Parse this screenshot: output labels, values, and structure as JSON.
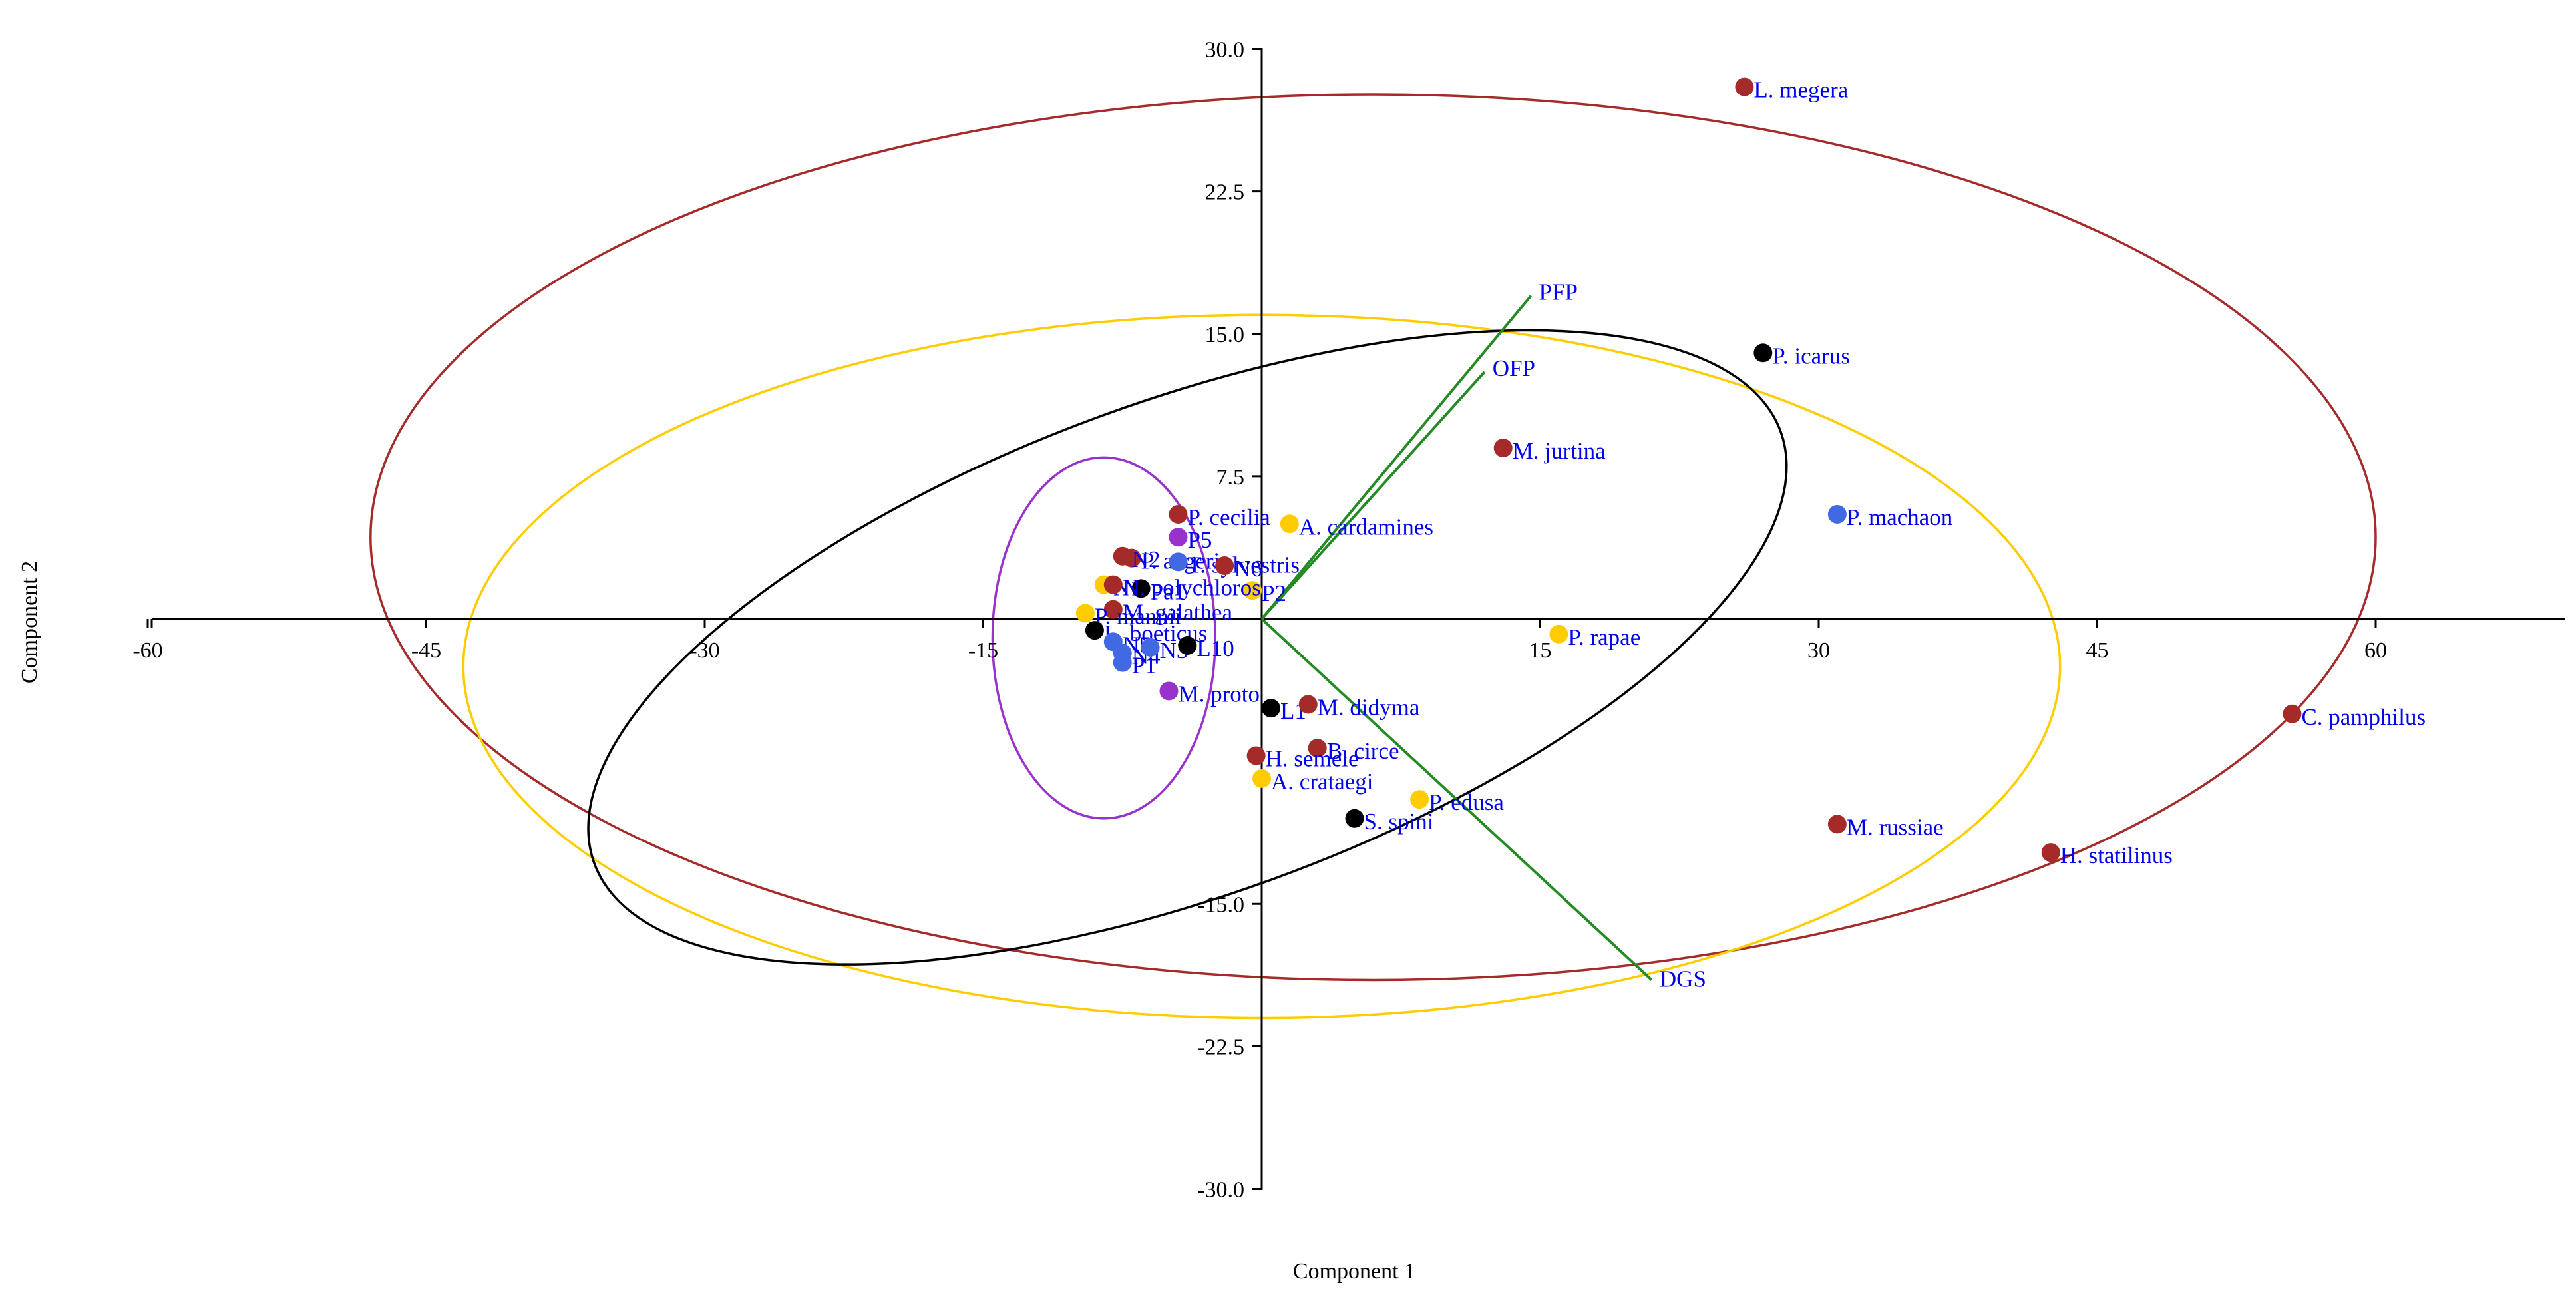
{
  "chart_data": {
    "type": "scatter",
    "xlabel": "Component 1",
    "ylabel": "Component 2",
    "xlim": [
      -60,
      70
    ],
    "ylim": [
      -30,
      30
    ],
    "x_ticks": [
      -60,
      -45,
      -30,
      -15,
      15,
      30,
      45,
      60
    ],
    "x_tick_labels": [
      "-60",
      "-45",
      "-30",
      "-15",
      "15",
      "30",
      "45",
      "60"
    ],
    "y_ticks": [
      30,
      22.5,
      15,
      7.5,
      -15,
      -22.5,
      -30
    ],
    "y_tick_labels": [
      "30.0",
      "22.5",
      "15.0",
      "7.5",
      "-15.0",
      "-22.5",
      "-30.0"
    ],
    "grid": false,
    "group_colors": {
      "red": "#a52a2a",
      "black": "#000000",
      "yellow": "#ffcc00",
      "purple": "#9932cc",
      "blue": "#4169e1"
    },
    "label_color": "#0000ee",
    "loading_color": "#228b22",
    "ellipses": [
      {
        "group": "red",
        "cx": 6,
        "cy": 4.3,
        "rx": 54,
        "ry": 23.3,
        "angle": 0
      },
      {
        "group": "yellow",
        "cx": 0,
        "cy": -2.5,
        "rx": 43,
        "ry": 18.5,
        "angle": 0,
        "colorKey": "yellow"
      },
      {
        "group": "black",
        "cx": -4,
        "cy": -1.5,
        "rx": 34,
        "ry": 13,
        "angle": 20
      },
      {
        "group": "purple",
        "cx": -8.5,
        "cy": -1,
        "rx": 6,
        "ry": 9.5,
        "angle": 0
      }
    ],
    "loadings": [
      {
        "label": "PFP",
        "x": 14.5,
        "y": 17
      },
      {
        "label": "OFP",
        "x": 12,
        "y": 13
      },
      {
        "label": "DGS",
        "x": 21,
        "y": -19
      }
    ],
    "points": [
      {
        "label": "L. megera",
        "x": 26,
        "y": 28,
        "group": "red"
      },
      {
        "label": "P. icarus",
        "x": 27,
        "y": 14,
        "group": "black"
      },
      {
        "label": "M. jurtina",
        "x": 13,
        "y": 9,
        "group": "red"
      },
      {
        "label": "P. machaon",
        "x": 31,
        "y": 5.5,
        "group": "blue"
      },
      {
        "label": "A. cardamines",
        "x": 1.5,
        "y": 5,
        "group": "yellow"
      },
      {
        "label": "P. cecilia",
        "x": -4.5,
        "y": 5.5,
        "group": "red"
      },
      {
        "label": "P. aegeria",
        "x": -7,
        "y": 3.2,
        "group": "red"
      },
      {
        "label": "P5",
        "x": -4.5,
        "y": 4.3,
        "group": "purple"
      },
      {
        "label": "T. sylvestris",
        "x": -4.5,
        "y": 3,
        "group": "blue"
      },
      {
        "label": "N2",
        "x": -7.5,
        "y": 3.3,
        "group": "red"
      },
      {
        "label": "N1",
        "x": -8.5,
        "y": 1.8,
        "group": "yellow"
      },
      {
        "label": "Pa1",
        "x": -6.5,
        "y": 1.6,
        "group": "black"
      },
      {
        "label": "N6",
        "x": -2,
        "y": 2.8,
        "group": "red"
      },
      {
        "label": "P2",
        "x": -0.5,
        "y": 1.5,
        "group": "yellow"
      },
      {
        "label": "N. polychloros",
        "x": -8,
        "y": 1.8,
        "group": "red"
      },
      {
        "label": "M. galathea",
        "x": -8,
        "y": 0.5,
        "group": "red"
      },
      {
        "label": "P. mannii",
        "x": -9.5,
        "y": 0.3,
        "group": "yellow"
      },
      {
        "label": "L. boeticus",
        "x": -9,
        "y": -0.6,
        "group": "black"
      },
      {
        "label": "N5",
        "x": -8,
        "y": -1.2,
        "group": "blue"
      },
      {
        "label": "N4",
        "x": -7.5,
        "y": -1.8,
        "group": "blue"
      },
      {
        "label": "P1",
        "x": -7.5,
        "y": -2.3,
        "group": "blue"
      },
      {
        "label": "N3",
        "x": -6,
        "y": -1.5,
        "group": "blue"
      },
      {
        "label": "L10",
        "x": -4,
        "y": -1.4,
        "group": "black"
      },
      {
        "label": "M. proto",
        "x": -5,
        "y": -3.8,
        "group": "purple"
      },
      {
        "label": "L1",
        "x": 0.5,
        "y": -4.7,
        "group": "black"
      },
      {
        "label": "M. didyma",
        "x": 2.5,
        "y": -4.5,
        "group": "red"
      },
      {
        "label": "B. circe",
        "x": 3,
        "y": -6.8,
        "group": "red"
      },
      {
        "label": "H. semele",
        "x": -0.3,
        "y": -7.2,
        "group": "red"
      },
      {
        "label": "A. crataegi",
        "x": 0,
        "y": -8.4,
        "group": "yellow"
      },
      {
        "label": "P. edusa",
        "x": 8.5,
        "y": -9.5,
        "group": "yellow"
      },
      {
        "label": "S. spini",
        "x": 5,
        "y": -10.5,
        "group": "black"
      },
      {
        "label": "P. rapae",
        "x": 16,
        "y": -0.8,
        "group": "yellow"
      },
      {
        "label": "C. pamphilus",
        "x": 55.5,
        "y": -5,
        "group": "red"
      },
      {
        "label": "M. russiae",
        "x": 31,
        "y": -10.8,
        "group": "red"
      },
      {
        "label": "H. statilinus",
        "x": 42.5,
        "y": -12.3,
        "group": "red"
      }
    ]
  }
}
